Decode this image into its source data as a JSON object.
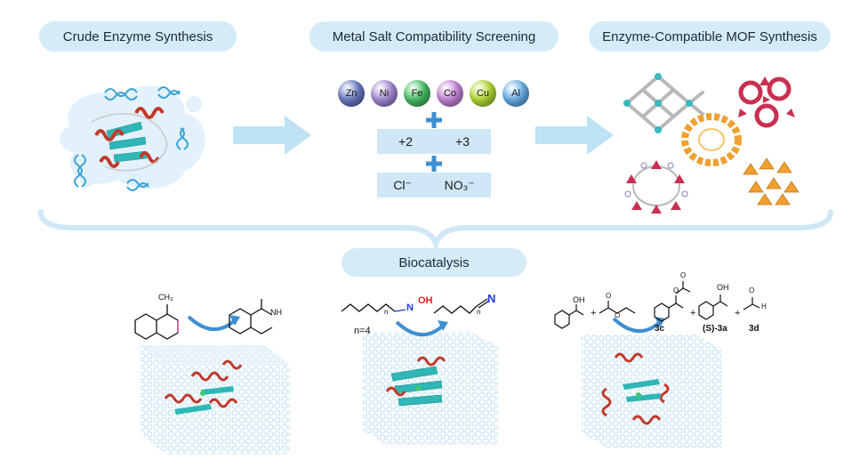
{
  "headers": {
    "crude": "Crude Enzyme Synthesis",
    "screening": "Metal Salt Compatibility Screening",
    "mof": "Enzyme-Compatible MOF Synthesis",
    "biocatalysis": "Biocatalysis"
  },
  "metals": [
    {
      "symbol": "Zn",
      "color": "#6f7fc4"
    },
    {
      "symbol": "Ni",
      "color": "#a98fd6"
    },
    {
      "symbol": "Fe",
      "color": "#4cc36a"
    },
    {
      "symbol": "Co",
      "color": "#c88ad8"
    },
    {
      "symbol": "Cu",
      "color": "#b5dc3a"
    },
    {
      "symbol": "Al",
      "color": "#6fb3e8"
    }
  ],
  "oxidation_states": [
    "+2",
    "+3"
  ],
  "anions": [
    "Cl⁻",
    "NO₃⁻"
  ],
  "reactions": {
    "r1": {
      "substituent": "CH₃",
      "product_group": "NH"
    },
    "r2": {
      "oxime_n": "N",
      "oxime_oh": "OH",
      "chain_index": "n",
      "n_value": "n=4",
      "nitrile": "N",
      "product_index": "n"
    },
    "r3": {
      "oh1": "OH",
      "ester_o1": "O",
      "ester_o2": "O",
      "ac_o1": "O",
      "ac_o2": "O",
      "oh2": "OH",
      "ald_o": "O",
      "ald_h": "H",
      "plus1": "+",
      "plus2": "+",
      "plus3": "+",
      "label_3c": "3c",
      "label_3a": "(S)-3a",
      "label_3d": "3d"
    }
  },
  "colors": {
    "pill": "#d4ecf8",
    "arrow": "#bfe2f5",
    "plus": "#3f8fd2",
    "helix": "#c0392b",
    "sheet": "#2fb7b7",
    "mof_red": "#c9304f",
    "mof_orange": "#f0a030",
    "mof_teal": "#3cb8c0",
    "nitrogen": "#1e3adb",
    "oxygen": "#e02020"
  }
}
